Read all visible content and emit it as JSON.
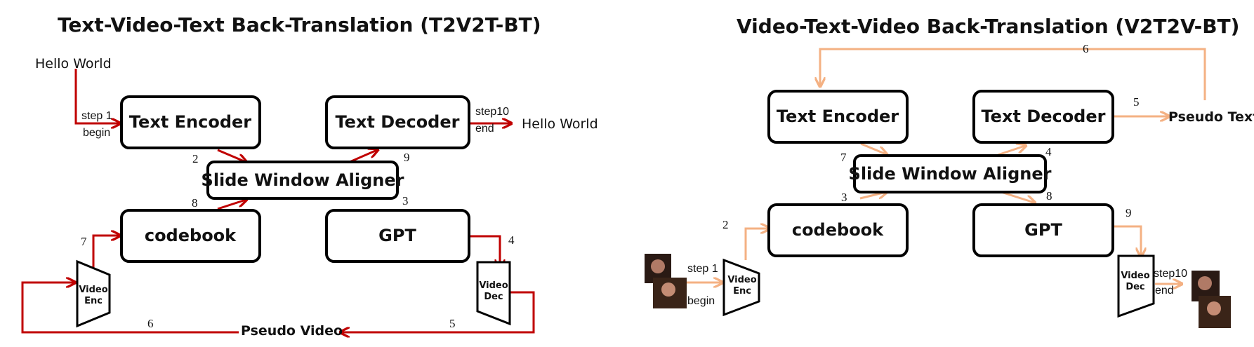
{
  "colors": {
    "red_arrow": "#c00000",
    "peach_arrow": "#f4b183"
  },
  "left": {
    "title": "Text-Video-Text Back-Translation (T2V2T-BT)",
    "input_text": "Hello World",
    "output_text": "Hello World",
    "boxes": {
      "text_encoder": "Text Encoder",
      "text_decoder": "Text Decoder",
      "aligner": "Slide Window Aligner",
      "codebook": "codebook",
      "gpt": "GPT"
    },
    "video_enc": [
      "Video",
      "Enc"
    ],
    "video_dec": [
      "Video",
      "Dec"
    ],
    "pseudo_video": "Pseudo Video",
    "step1": "step 1",
    "begin": "begin",
    "step10": "step10",
    "end": "end",
    "n2": "2",
    "n3": "3",
    "n4": "4",
    "n5": "5",
    "n6": "6",
    "n7": "7",
    "n8": "8",
    "n9": "9"
  },
  "right": {
    "title": "Video-Text-Video Back-Translation (V2T2V-BT)",
    "boxes": {
      "text_encoder": "Text Encoder",
      "text_decoder": "Text Decoder",
      "aligner": "Slide Window Aligner",
      "codebook": "codebook",
      "gpt": "GPT"
    },
    "video_enc": [
      "Video",
      "Enc"
    ],
    "video_dec": [
      "Video",
      "Dec"
    ],
    "pseudo_text": "Pseudo Text",
    "step1": "step 1",
    "begin": "begin",
    "step10": "step10",
    "end": "end",
    "n2": "2",
    "n3": "3",
    "n4": "4",
    "n5": "5",
    "n6": "6",
    "n7": "7",
    "n8": "8",
    "n9": "9"
  }
}
